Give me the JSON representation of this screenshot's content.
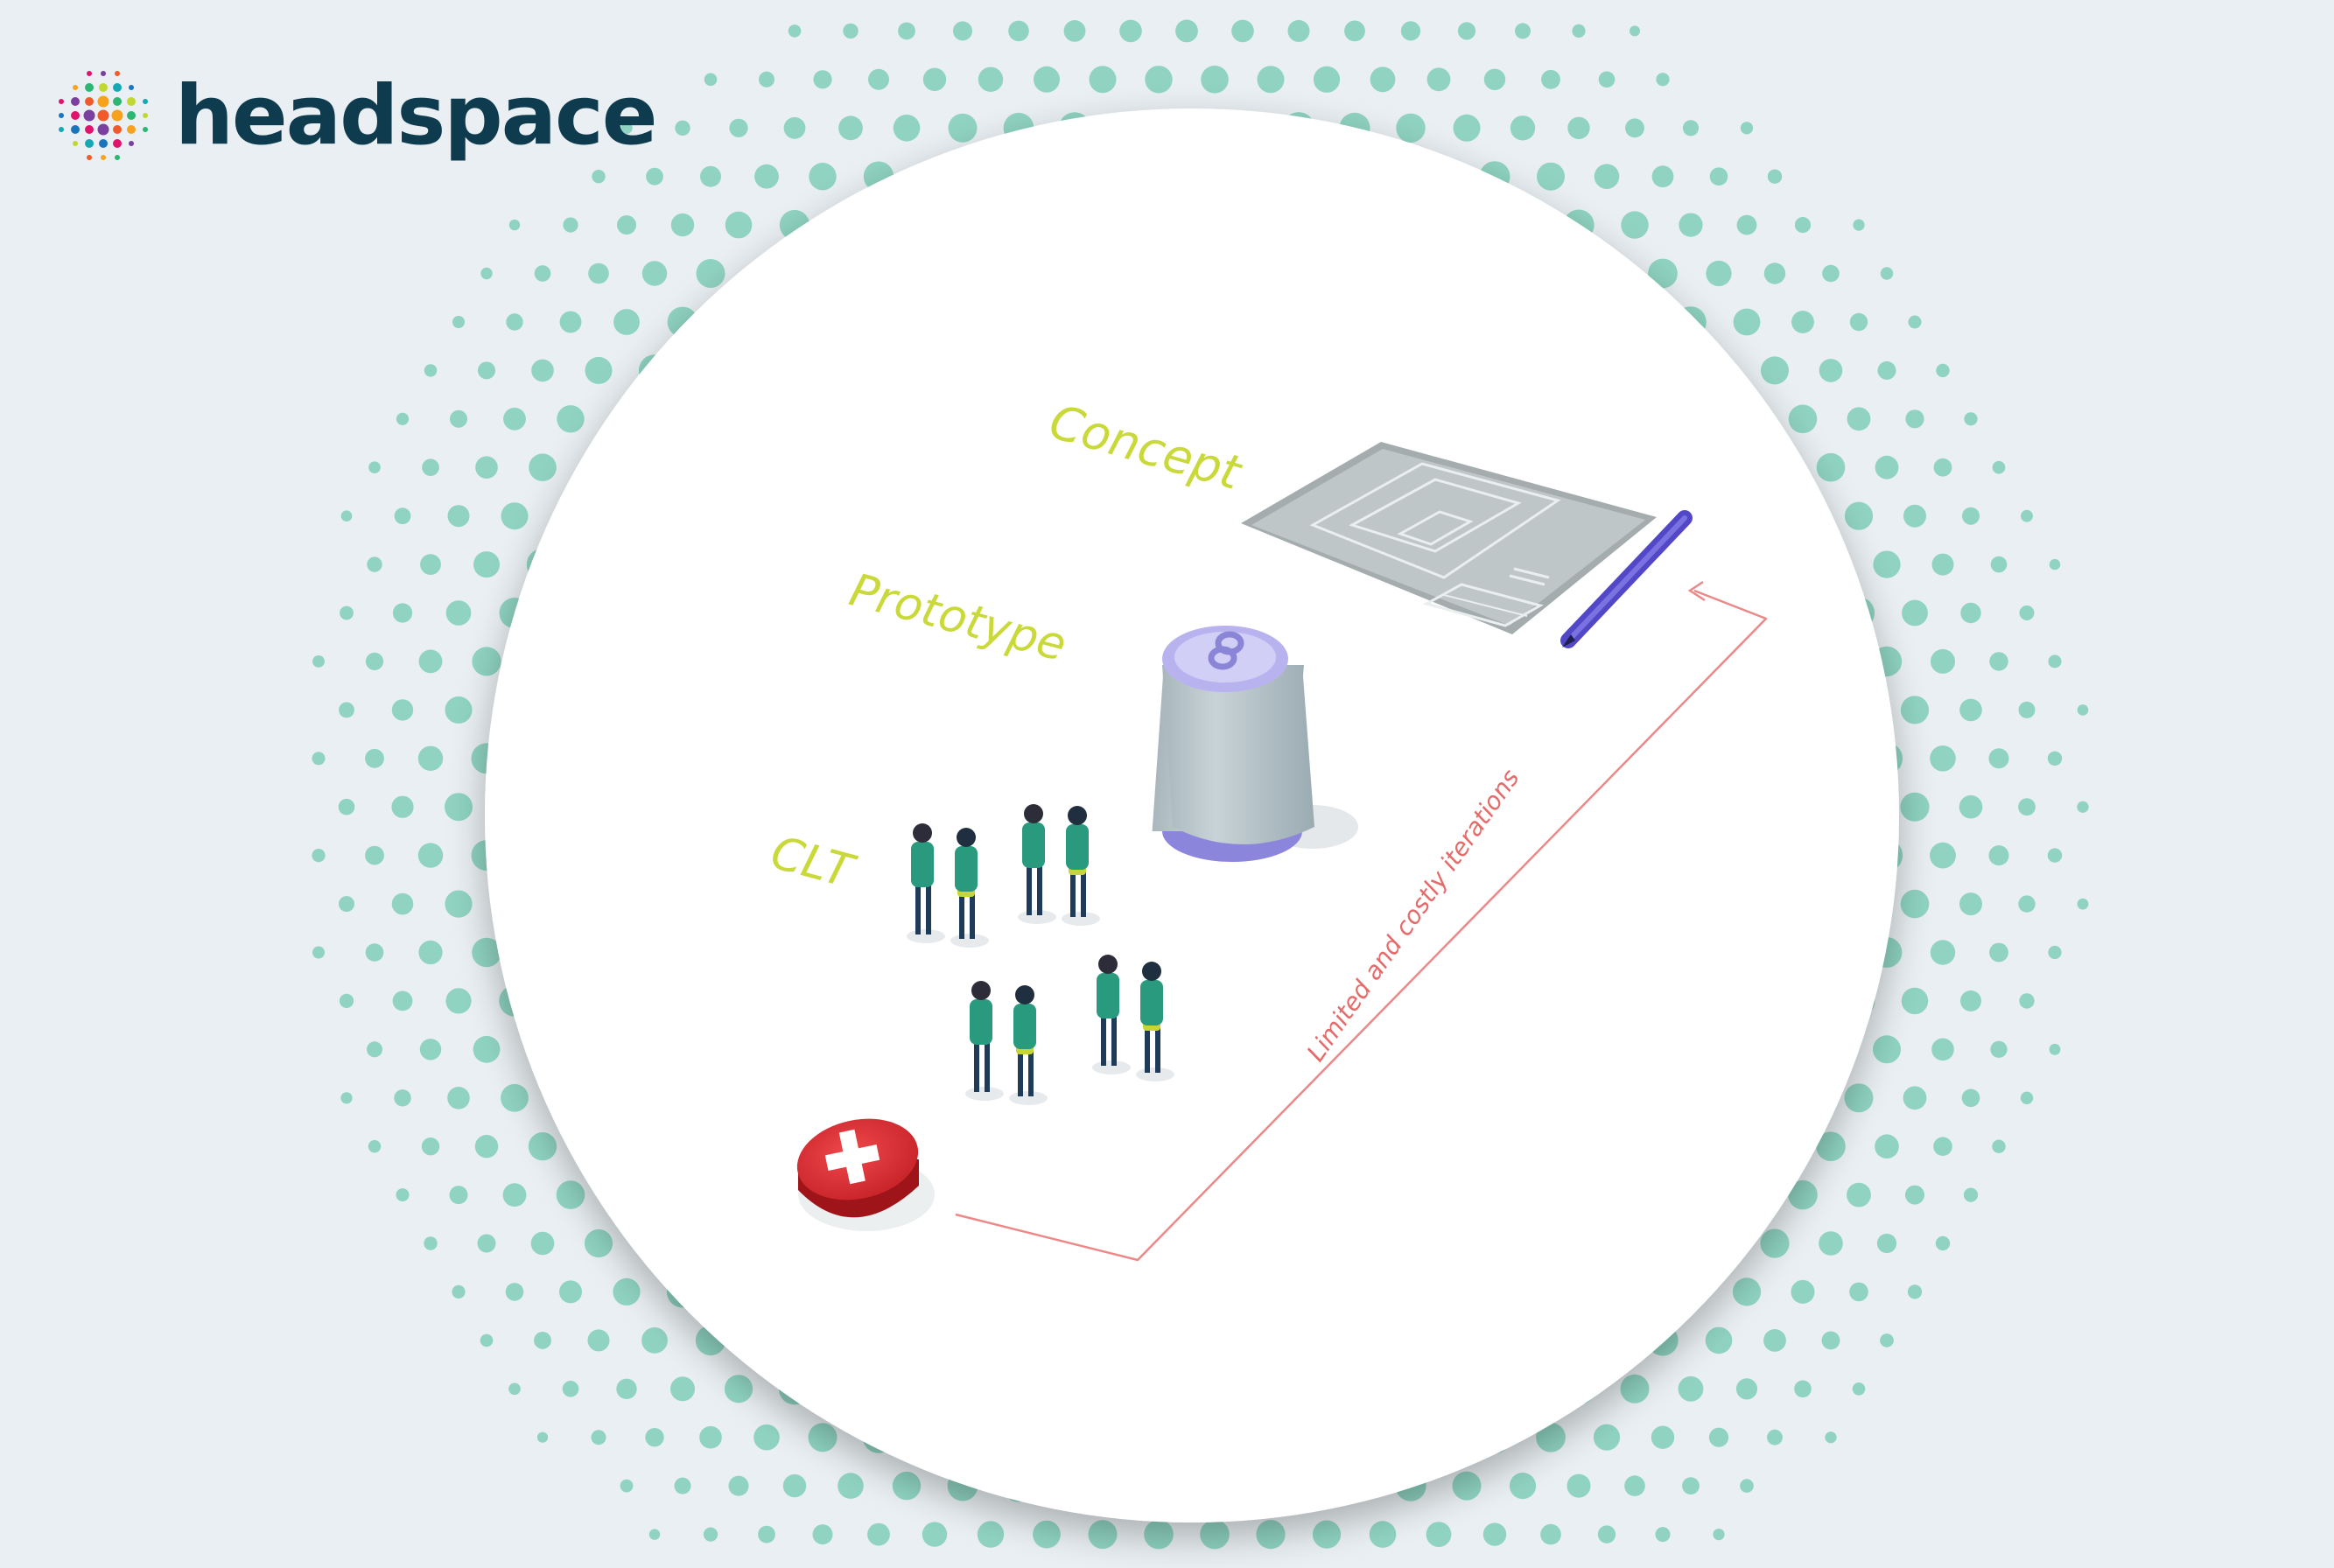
{
  "brand": {
    "name": "headspace",
    "logo_icon": "dot-cluster-icon"
  },
  "diagram": {
    "labels": {
      "concept": "Concept",
      "prototype": "Prototype",
      "clt": "CLT",
      "iteration": "Limited and costly iterations"
    }
  },
  "colors": {
    "background": "#e9eff2",
    "halftone_dot": "#8fd3c0",
    "stage_label": "#cad93a",
    "iteration_line": "#e66a6a",
    "brand_text": "#0f3b4f",
    "fail_button": "#d8282e"
  }
}
